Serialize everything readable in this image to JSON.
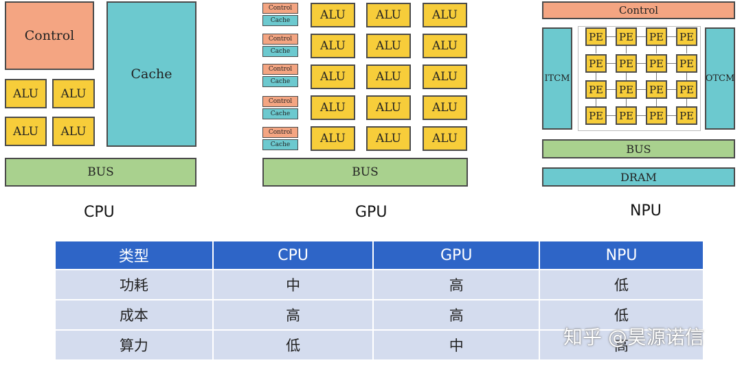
{
  "cpu": {
    "control": "Control",
    "cache": "Cache",
    "alu": [
      "ALU",
      "ALU",
      "ALU",
      "ALU"
    ],
    "bus": "BUS",
    "caption": "CPU"
  },
  "gpu": {
    "control": "Control",
    "cache": "Cache",
    "alu": "ALU",
    "bus": "BUS",
    "caption": "GPU"
  },
  "npu": {
    "control": "Control",
    "itcm": "ITCM",
    "otcm": "OTCM",
    "pe": "PE",
    "bus": "BUS",
    "dram": "DRAM",
    "caption": "NPU"
  },
  "table": {
    "headers": [
      "类型",
      "CPU",
      "GPU",
      "NPU"
    ],
    "rows": [
      [
        "功耗",
        "中",
        "高",
        "低"
      ],
      [
        "成本",
        "高",
        "高",
        "低"
      ],
      [
        "算力",
        "低",
        "中",
        "高"
      ]
    ]
  },
  "watermark": "知乎 @昊源诺信",
  "colors": {
    "control": "#f4a582",
    "cache": "#6cc9cf",
    "alu": "#f7cd3a",
    "bus": "#a9d18e",
    "table_header": "#2e65c7",
    "table_cell": "#d4dcee"
  }
}
